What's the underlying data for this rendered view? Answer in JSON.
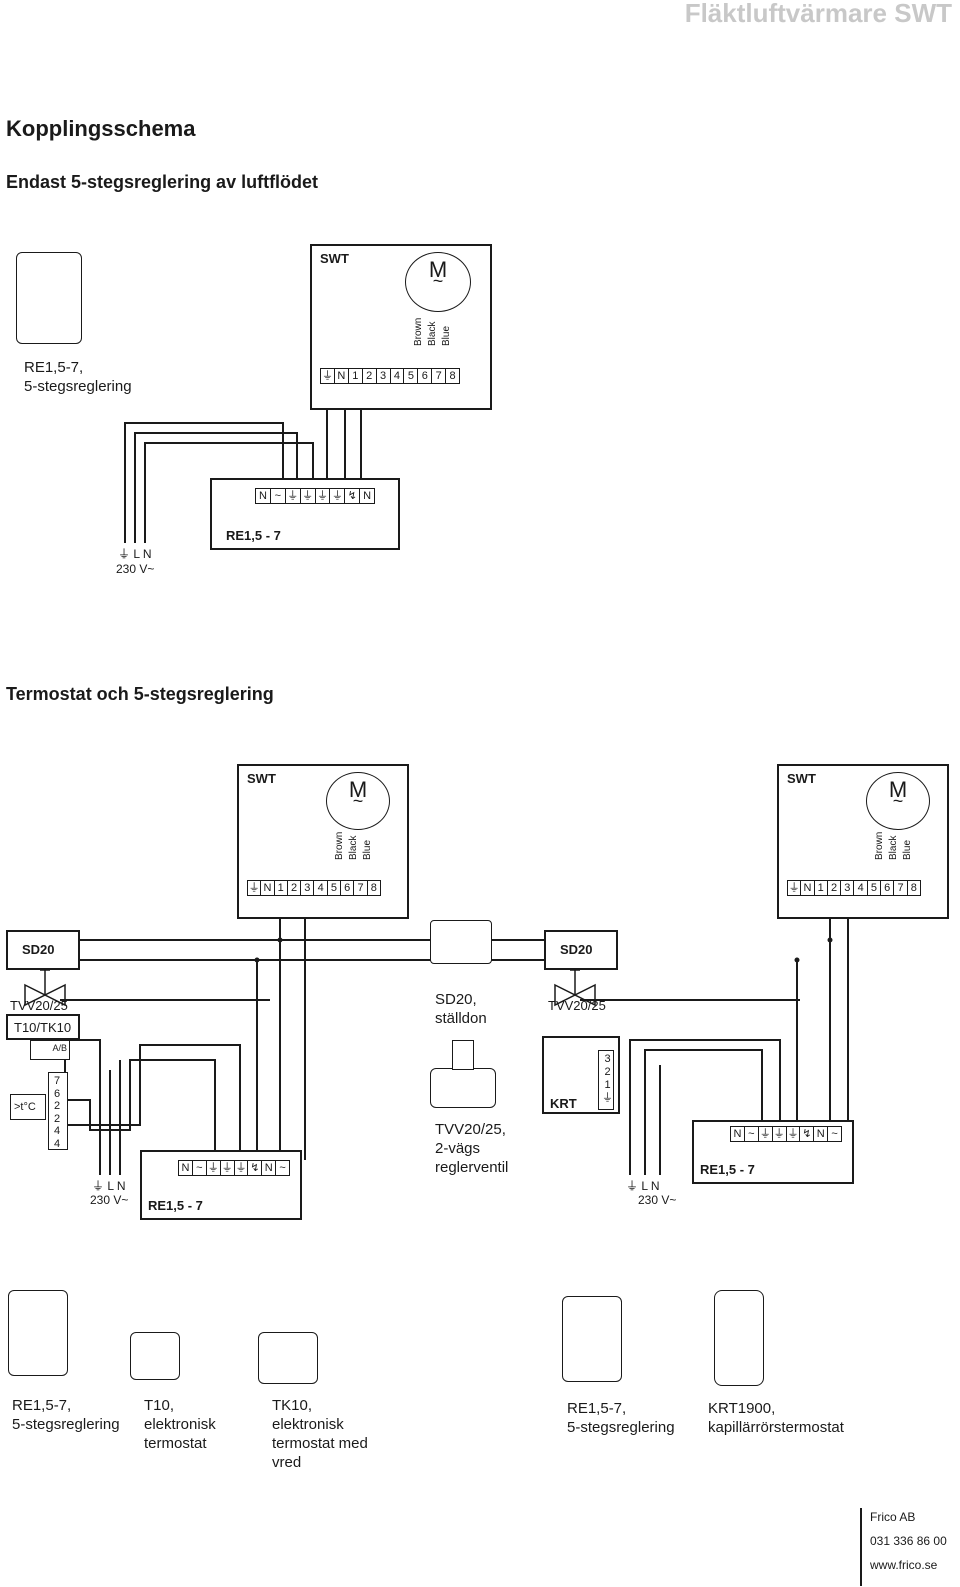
{
  "header": {
    "title": "Fläktluftvärmare SWT"
  },
  "page": {
    "main_title": "Kopplingsschema",
    "section1_title": "Endast 5-stegsreglering av luftflödet",
    "section2_title": "Termostat och 5-stegsreglering"
  },
  "diagram1": {
    "device_caption": "RE1,5-7,\n5-stegsreglering",
    "swt_label": "SWT",
    "motor_symbol": "M",
    "motor_tilde": "~",
    "wires": [
      "Brown",
      "Black",
      "Blue"
    ],
    "swt_terminals": [
      "⏚",
      "N",
      "1",
      "2",
      "3",
      "4",
      "5",
      "6",
      "7",
      "8"
    ],
    "re_terminals": [
      "N",
      "~",
      "⏚",
      "⏚",
      "⏚",
      "⏚",
      "↯",
      "N"
    ],
    "re_label": "RE1,5 - 7",
    "supply_terminals": "⏚ L N",
    "supply_voltage": "230 V~"
  },
  "diagram2": {
    "swt_label": "SWT",
    "motor_symbol": "M",
    "motor_tilde": "~",
    "wires": [
      "Brown",
      "Black",
      "Blue"
    ],
    "swt_terminals": [
      "⏚",
      "N",
      "1",
      "2",
      "3",
      "4",
      "5",
      "6",
      "7",
      "8"
    ],
    "sd20_label": "SD20",
    "tvv_label": "TVV20/25",
    "t10_label": "T10/TK10",
    "t10_ab": "A/B",
    "t10_temp": ">t°C",
    "t10_terminals": [
      "7",
      "6",
      "2",
      "2",
      "4",
      "4"
    ],
    "re_terminals": [
      "N",
      "~",
      "⏚",
      "⏚",
      "⏚",
      "↯",
      "N",
      "~"
    ],
    "re_label": "RE1,5 - 7",
    "supply_terminals": "⏚ L N",
    "supply_voltage": "230 V~",
    "sd20_caption": "SD20,\nställdon",
    "tvv_caption": "TVV20/25,\n2-vägs\nreglerventil",
    "krt_label": "KRT",
    "krt_terminals": [
      "3",
      "2",
      "1",
      "⏚"
    ]
  },
  "products": [
    {
      "caption": "RE1,5-7,\n5-stegsreglering"
    },
    {
      "caption": "T10,\nelektronisk\ntermostat"
    },
    {
      "caption": "TK10,\nelektronisk\ntermostat med\nvred"
    },
    {
      "caption": "RE1,5-7,\n5-stegsreglering"
    },
    {
      "caption": "KRT1900,\nkapillärrörstermostat"
    }
  ],
  "footer": {
    "company": "Frico AB",
    "phone": "031 336 86 00",
    "web": "www.frico.se"
  }
}
